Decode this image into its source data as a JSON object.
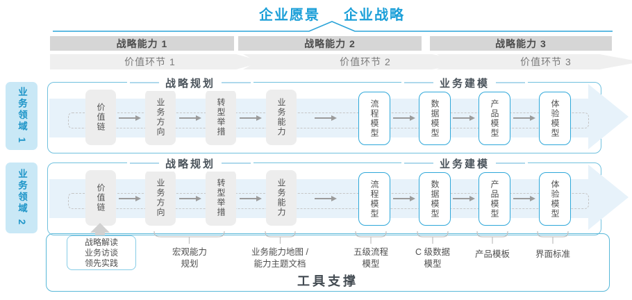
{
  "title": {
    "vision": "企业愿景",
    "strategy": "企业战略"
  },
  "strategic_capabilities": [
    "战略能力 1",
    "战略能力 2",
    "战略能力 3"
  ],
  "value_links": [
    "价值环节 1",
    "价值环节 2",
    "价值环节 3"
  ],
  "business_domains": [
    "业务领域 1",
    "业务领域 2"
  ],
  "panel": {
    "planning_header": "战略规划",
    "modeling_header": "业务建模",
    "stage_boxes": [
      "价值链",
      "业务方向",
      "转型举措",
      "业务能力"
    ],
    "model_boxes": [
      "流程模型",
      "数据模型",
      "产品模型",
      "体验模型"
    ]
  },
  "annotations": {
    "inputs_box": "战略解读\n业务访谈\n领先实践",
    "labels": [
      "宏观能力\n规划",
      "业务能力地图 /\n能力主题文档",
      "五级流程\n模型",
      "C 级数据\n模型",
      "产品模板",
      "界面标准"
    ]
  },
  "footer": {
    "tool_support": "工具支撑"
  },
  "colors": {
    "accent_blue": "#1b9fd8",
    "panel_border": "#6fc0de",
    "band_fill": "#e7f2fa",
    "bar_gray": "#d6d6d6",
    "chevron_gray": "#efefef",
    "box_gray": "#ededed",
    "model_box_border": "#2da7d9"
  }
}
